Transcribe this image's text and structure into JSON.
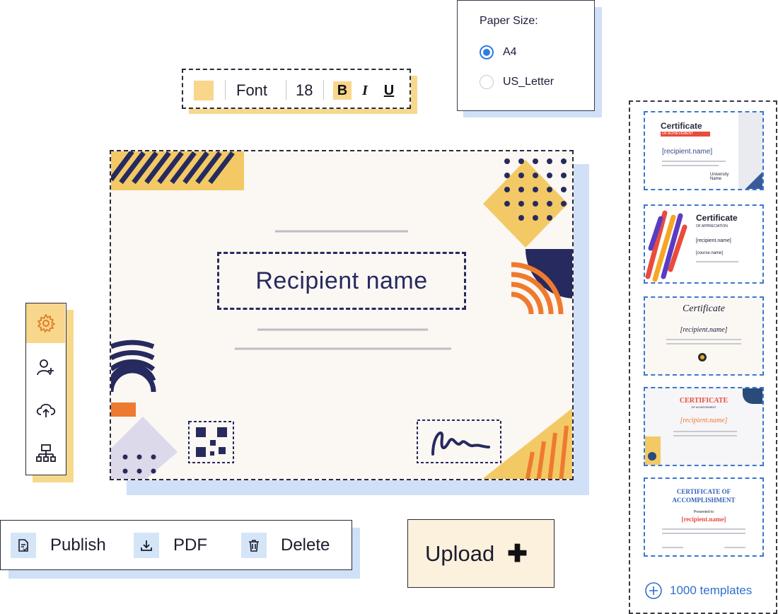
{
  "paper_size": {
    "title": "Paper Size:",
    "options": [
      {
        "label": "A4",
        "selected": true
      },
      {
        "label": "US_Letter",
        "selected": false
      }
    ]
  },
  "font_toolbar": {
    "color_swatch": "#f8d68b",
    "font_label": "Font",
    "size": "18",
    "bold": "B",
    "italic": "I",
    "underline": "U"
  },
  "certificate": {
    "recipient_placeholder": "Recipient name"
  },
  "side_toolbar": {
    "tools": [
      {
        "icon": "gear-icon",
        "active": true
      },
      {
        "icon": "users-add-icon",
        "active": false
      },
      {
        "icon": "cloud-upload-icon",
        "active": false
      },
      {
        "icon": "sitemap-icon",
        "active": false
      }
    ]
  },
  "actions": {
    "publish": "Publish",
    "pdf": "PDF",
    "delete": "Delete"
  },
  "upload": {
    "label": "Upload",
    "icon": "plus-icon"
  },
  "templates": {
    "items": [
      {
        "title": "Certificate",
        "subtitle": "OF ACHIEVEMENT",
        "recipient": "[recipient.name]",
        "org": "University Name"
      },
      {
        "title": "Certificate",
        "subtitle": "OF APPRECIATION",
        "recipient": "[recipient.name]",
        "course": "[course.name]"
      },
      {
        "title": "Certificate",
        "recipient": "[recipient.name]"
      },
      {
        "title": "CERTIFICATE",
        "subtitle": "OF ACHIEVEMENT",
        "recipient": "[recipient.name]"
      },
      {
        "title": "CERTIFICATE OF ACCOMPLISHMENT",
        "presented": "Presented to",
        "recipient": "[recipient.name]"
      }
    ],
    "more_label": "1000 templates"
  },
  "colors": {
    "navy": "#262a5e",
    "yellow": "#f8d68b",
    "orange": "#ee7a2f",
    "blue_shadow": "#cfe0f7",
    "accent_blue": "#2f7de1"
  }
}
